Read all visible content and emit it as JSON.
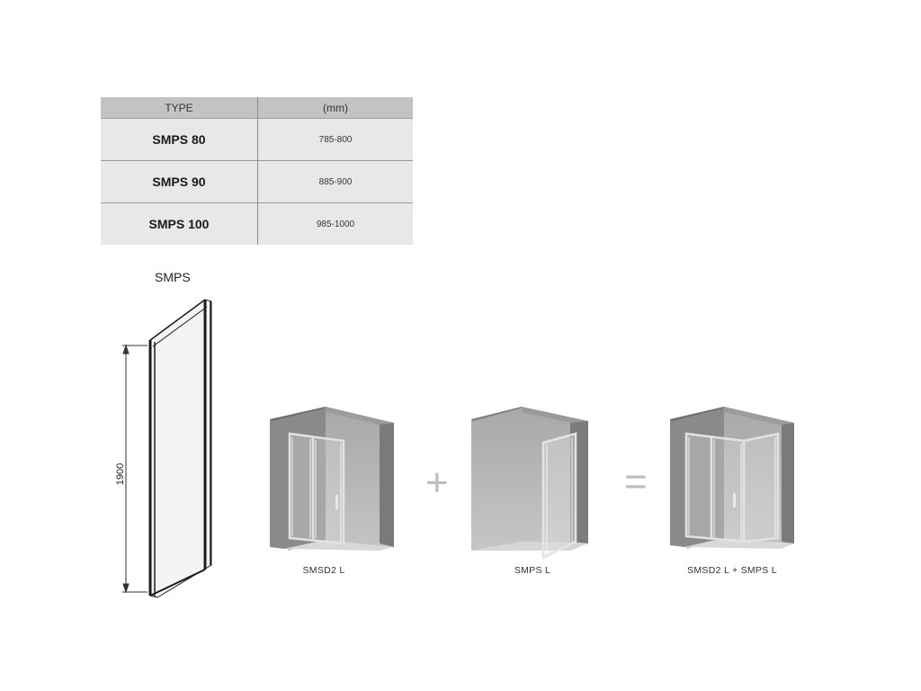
{
  "table": {
    "headers": {
      "type": "TYPE",
      "size": "(mm)"
    },
    "rows": [
      {
        "type": "SMPS 80",
        "size": "785-800"
      },
      {
        "type": "SMPS 90",
        "size": "885-900"
      },
      {
        "type": "SMPS 100",
        "size": "985-1000"
      }
    ]
  },
  "panel": {
    "title": "SMPS",
    "height_label": "1900"
  },
  "combination": {
    "items": [
      {
        "caption": "SMSD2 L"
      },
      {
        "caption": "SMPS L"
      },
      {
        "caption": "SMSD2 L + SMPS L"
      }
    ],
    "plus_sign": "+",
    "equals_sign": "="
  },
  "colors": {
    "table_header_bg": "#c3c3c3",
    "table_row_bg": "#e8e8e8",
    "wall_dark": "#8e8e8e",
    "wall_light": "#b5b5b5",
    "frame": "#d8d8d8",
    "sign": "#bdbdbd"
  }
}
